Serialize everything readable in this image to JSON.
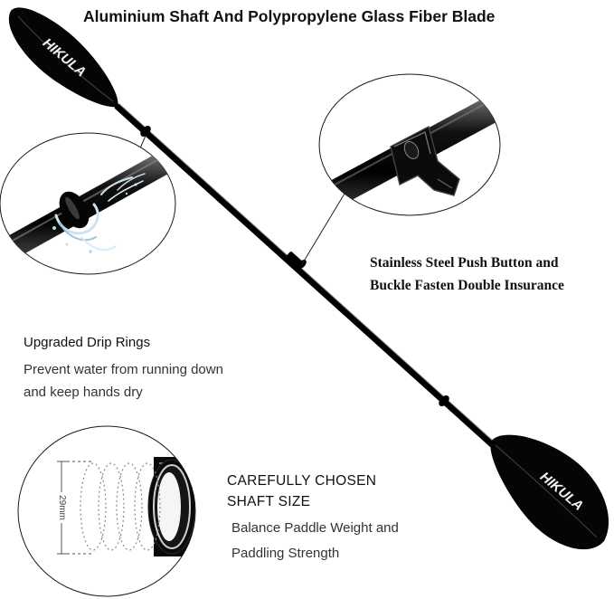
{
  "title": "Aluminium Shaft And Polypropylene Glass Fiber Blade",
  "brand": "HIKULA",
  "features": {
    "steel": {
      "line1": "Stainless Steel Push Button and",
      "line2": "Buckle Fasten Double Insurance"
    },
    "drip": {
      "title": "Upgraded Drip Rings",
      "line1": "Prevent water from running down",
      "line2": "and keep hands dry"
    },
    "shaft": {
      "title1": "CAREFULLY CHOSEN",
      "title2": "SHAFT SIZE",
      "line1": "Balance Paddle Weight and",
      "line2": "Paddling Strength",
      "diameter_label": "29mm"
    }
  },
  "colors": {
    "paddle": "#0a0a0a",
    "text": "#111111",
    "muted": "#333333"
  }
}
